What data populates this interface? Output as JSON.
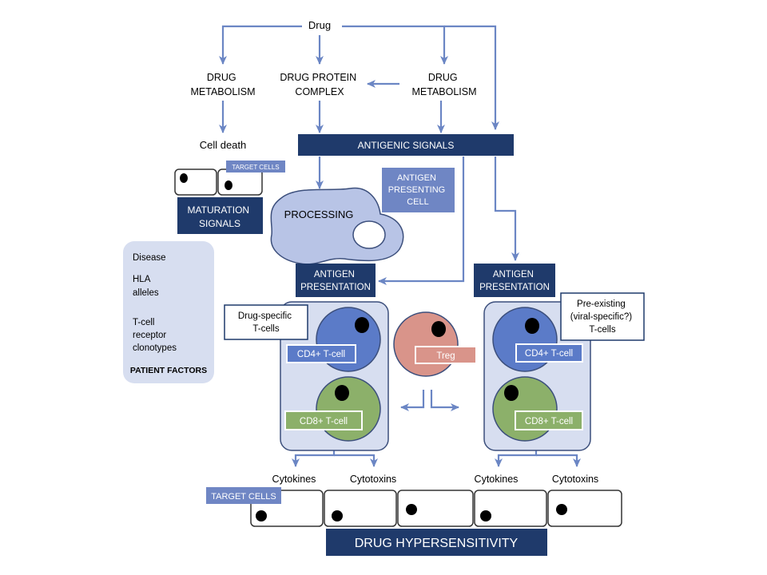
{
  "labels": {
    "drug": "Drug",
    "drug_metabolism_left": [
      "DRUG",
      "METABOLISM"
    ],
    "drug_protein_complex": [
      "DRUG PROTEIN",
      "COMPLEX"
    ],
    "drug_metabolism_right": [
      "DRUG",
      "METABOLISM"
    ],
    "cell_death": "Cell death",
    "antigenic_signals": "ANTIGENIC SIGNALS",
    "target_cells_top": "TARGET CELLS",
    "maturation_signals": [
      "MATURATION",
      "SIGNALS"
    ],
    "processing": "PROCESSING",
    "antigen_presenting_cell": [
      "ANTIGEN",
      "PRESENTING",
      "CELL"
    ],
    "patient_factors": {
      "disease": "Disease",
      "hla": [
        "HLA",
        "alleles"
      ],
      "tcr": [
        "T-cell",
        "receptor",
        "clonotypes"
      ],
      "title": "PATIENT FACTORS"
    },
    "antigen_presentation_left": [
      "ANTIGEN",
      "PRESENTATION"
    ],
    "antigen_presentation_right": [
      "ANTIGEN",
      "PRESENTATION"
    ],
    "drug_specific": [
      "Drug-specific",
      "T-cells"
    ],
    "pre_existing": [
      "Pre-existing",
      "(viral-specific?)",
      "T-cells"
    ],
    "cd4_left": "CD4+ T-cell",
    "cd8_left": "CD8+ T-cell",
    "treg": "Treg",
    "cd4_right": "CD4+ T-cell",
    "cd8_right": "CD8+ T-cell",
    "cytokines_left": "Cytokines",
    "cytotoxins_left": "Cytotoxins",
    "cytokines_right": "Cytokines",
    "cytotoxins_right": "Cytotoxins",
    "target_cells_bottom": "TARGET CELLS",
    "drug_hypersensitivity": "DRUG HYPERSENSITIVITY"
  },
  "colors": {
    "arrow": "#6b86c4",
    "dark_box": "#1f3a6b",
    "mid_box": "#6f86c4",
    "light_panel": "#d7def0",
    "cell_outline": "#445d93",
    "cd4_fill": "#5b7bc8",
    "cd8_fill": "#8cb06a",
    "treg_fill": "#d9948a"
  }
}
